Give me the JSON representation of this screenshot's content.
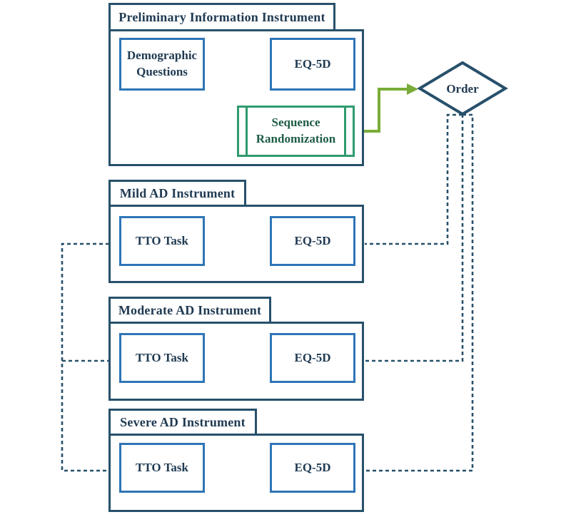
{
  "colors": {
    "navy": "#27506a",
    "navy-text": "#1f3a52",
    "blue": "#2e75b6",
    "green-box": "#2e9b6e",
    "green-text": "#1c5c44",
    "green-arrow": "#79ac38"
  },
  "preliminary": {
    "title": "Preliminary Information Instrument",
    "demographic_label": "Demographic Questions",
    "eq5d_label": "EQ-5D",
    "sequence_label": "Sequence Randomization"
  },
  "order": {
    "label": "Order"
  },
  "instruments": [
    {
      "title": "Mild AD Instrument",
      "tto_label": "TTO Task",
      "eq5d_label": "EQ-5D"
    },
    {
      "title": "Moderate AD Instrument",
      "tto_label": "TTO Task",
      "eq5d_label": "EQ-5D"
    },
    {
      "title": "Severe AD Instrument",
      "tto_label": "TTO Task",
      "eq5d_label": "EQ-5D"
    }
  ]
}
